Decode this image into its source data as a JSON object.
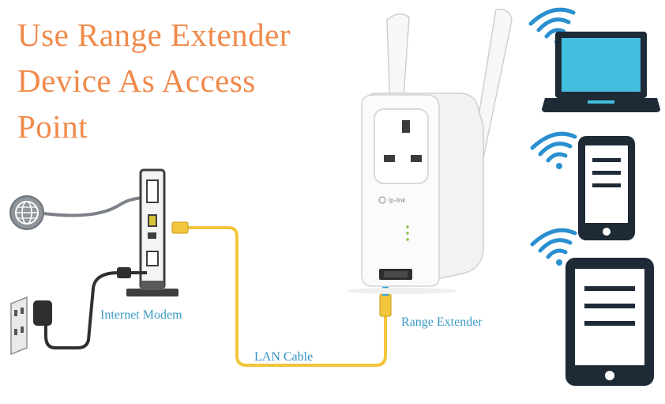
{
  "title": {
    "line1": "Use Range Extender",
    "line2": "Device As Access",
    "line3": "Point"
  },
  "labels": {
    "modem": "Internet Modem",
    "cable": "LAN Cable",
    "extender": "Range Extender"
  },
  "brand": "tp-link",
  "colors": {
    "title": "#f08a4b",
    "label": "#3a9bc6",
    "lan_cable": "#f2c53d",
    "wifi": "#2a8fd0",
    "device_outline": "#1e2a36",
    "laptop_screen": "#43bfe0"
  },
  "icons": [
    "globe-icon",
    "power-outlet-icon",
    "power-plug-icon",
    "modem-icon",
    "range-extender-icon",
    "laptop-icon",
    "phone-icon",
    "tablet-icon",
    "wifi-icon"
  ]
}
